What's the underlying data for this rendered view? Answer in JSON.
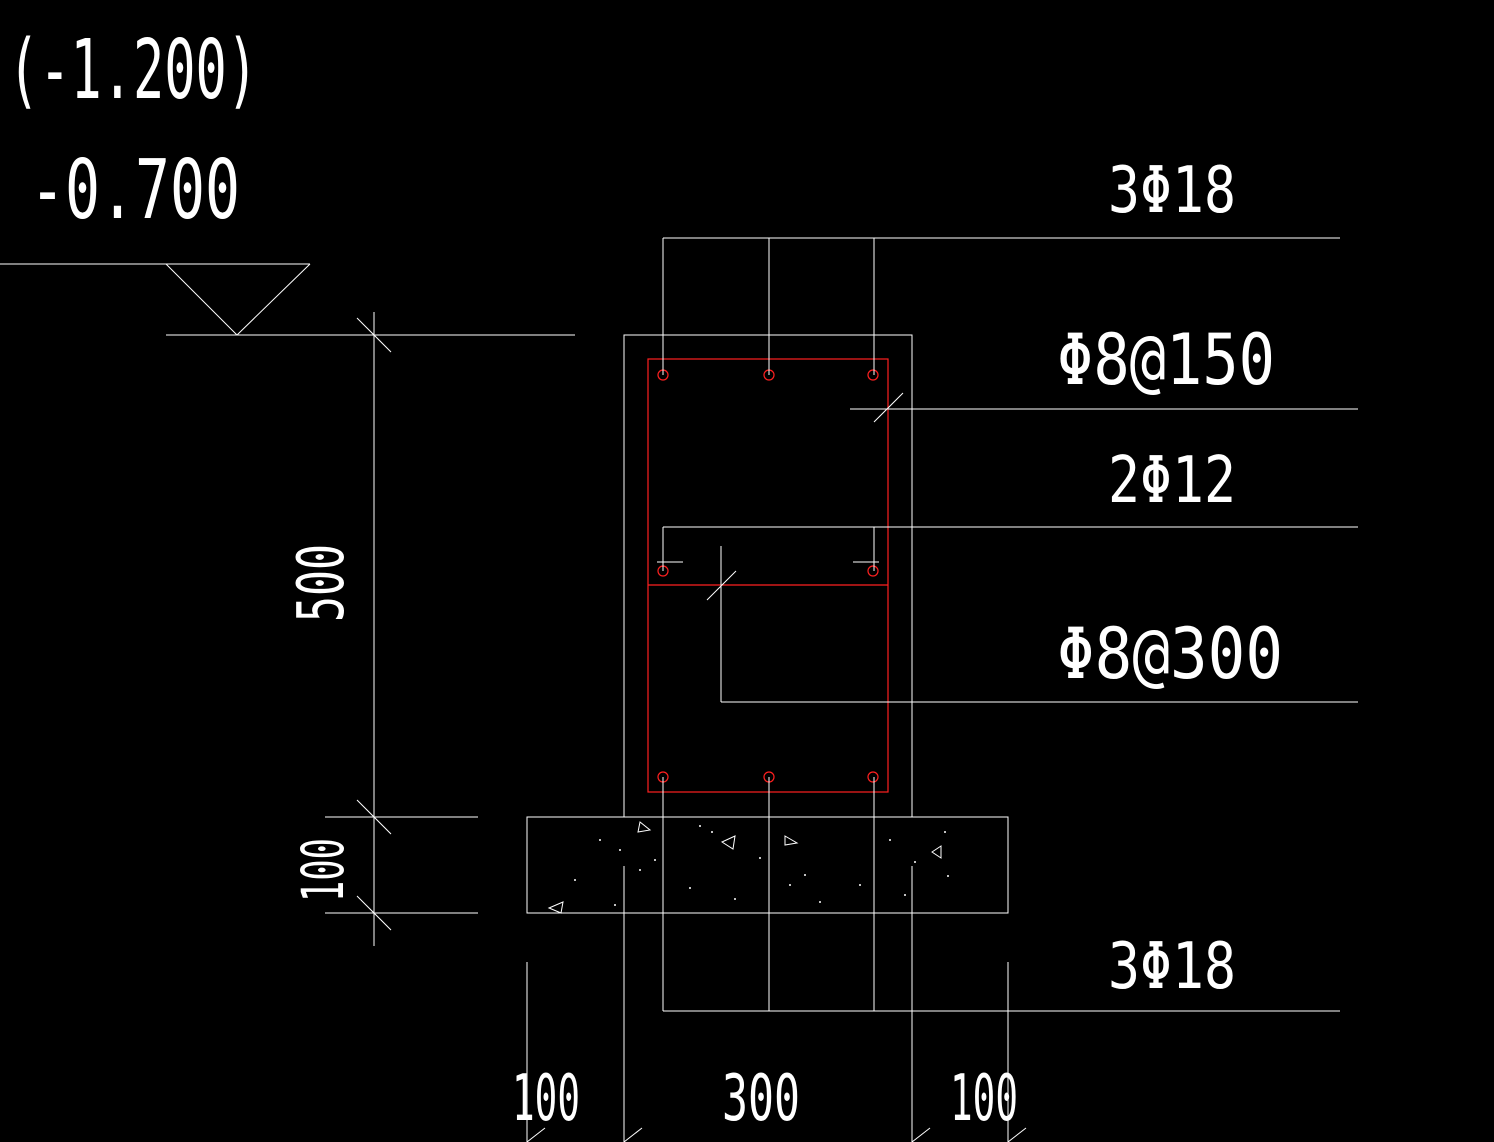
{
  "elevations": {
    "secondary": "(-1.200)",
    "primary": "-0.700"
  },
  "callouts": {
    "top_bars": "3Φ18",
    "stirrup_main": "Φ8@150",
    "waist_bars": "2Φ12",
    "tie_bars": "Φ8@300",
    "bottom_bars": "3Φ18"
  },
  "dimensions": {
    "beam_height": "500",
    "bed_thickness": "100",
    "left_offset": "100",
    "beam_width": "300",
    "right_offset": "100"
  },
  "colors": {
    "background": "#000000",
    "lines": "#ffffff",
    "rebar": "#ff2020"
  }
}
